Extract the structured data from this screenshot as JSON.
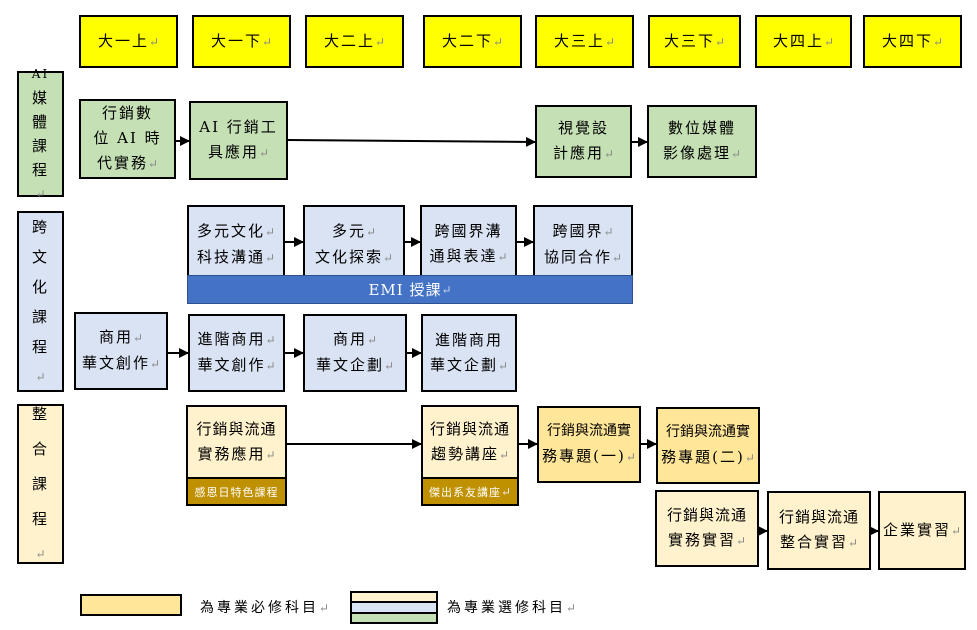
{
  "semesters": [
    "大一上",
    "大一下",
    "大二上",
    "大二下",
    "大三上",
    "大三下",
    "大四上",
    "大四下"
  ],
  "categories": {
    "ai_media": [
      "AI",
      "媒",
      "體",
      "課",
      "程"
    ],
    "cross_culture": [
      "跨",
      "文",
      "化",
      "課",
      "程"
    ],
    "integration": [
      "整",
      "合",
      "課",
      "程"
    ]
  },
  "courses": {
    "ai_1": [
      "行銷數",
      "位 AI 時",
      "代實務"
    ],
    "ai_2": [
      "AI 行銷工",
      "具應用"
    ],
    "ai_3": [
      "視覺設",
      "計應用"
    ],
    "ai_4": [
      "數位媒體",
      "影像處理"
    ],
    "cc_1": [
      "多元文化",
      "科技溝通"
    ],
    "cc_2": [
      "多元",
      "文化探索"
    ],
    "cc_3": [
      "跨國界溝",
      "通與表達"
    ],
    "cc_4": [
      "跨國界",
      "協同合作"
    ],
    "emi": "EMI 授課",
    "cw_1": [
      "商用",
      "華文創作"
    ],
    "cw_2": [
      "進階商用",
      "華文創作"
    ],
    "cw_3": [
      "商用",
      "華文企劃"
    ],
    "cw_4": [
      "進階商用",
      "華文企劃"
    ],
    "in_1": [
      "行銷與流通",
      "實務應用"
    ],
    "in_1_tag": "感恩日特色課程",
    "in_2": [
      "行銷與流通",
      "趨勢講座"
    ],
    "in_2_tag": "傑出系友講座",
    "in_3": [
      "行銷與流通實",
      "務專題(一)"
    ],
    "in_4": [
      "行銷與流通實",
      "務專題(二)"
    ],
    "in_5": [
      "行銷與流通",
      "實務實習"
    ],
    "in_6": [
      "行銷與流通",
      "整合實習"
    ],
    "in_7": [
      "企業實習"
    ]
  },
  "legend": {
    "required": "為專業必修科目",
    "elective": "為專業選修科目"
  },
  "colors": {
    "semester": "#ffff00",
    "ai_media": "#c5e0b4",
    "cross_culture": "#dae3f3",
    "integration_elective": "#fff2cc",
    "required": "#ffe699",
    "emi": "#4472c4",
    "tag": "#bf9000"
  },
  "return_mark": "↵"
}
